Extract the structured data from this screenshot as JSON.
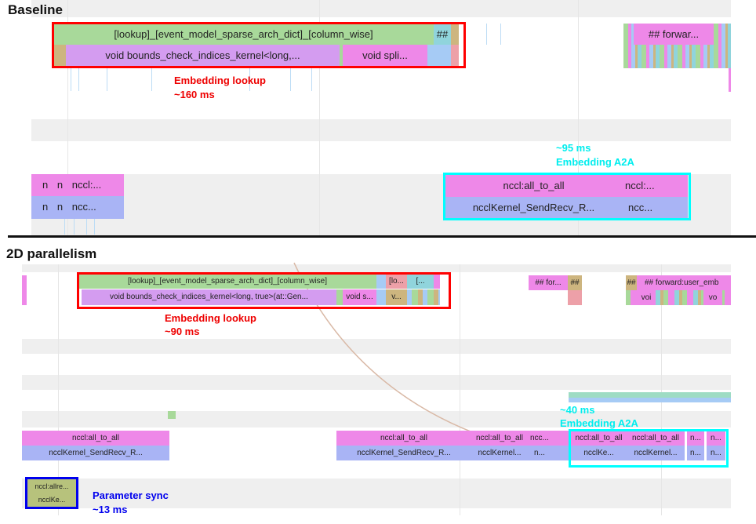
{
  "baseline": {
    "title": "Baseline",
    "lookup": {
      "row1": [
        "[lookup]_[event_model_sparse_arch_dict]_[column_wise]",
        "##"
      ],
      "row2": [
        "void bounds_check_indices_kernel<long,...",
        "void spli..."
      ],
      "annotation": "Embedding lookup",
      "duration": "~160 ms"
    },
    "forward": "## forwar...",
    "nccl_left": {
      "row1": [
        "n",
        "n",
        "nccl:..."
      ],
      "row2": [
        "n",
        "n",
        "ncc..."
      ]
    },
    "a2a": {
      "row1": [
        "nccl:all_to_all",
        "nccl:..."
      ],
      "row2": [
        "ncclKernel_SendRecv_R...",
        "ncc..."
      ],
      "duration": "~95 ms",
      "annotation": "Embedding A2A"
    }
  },
  "parallel2d": {
    "title": "2D parallelism",
    "lookup": {
      "row1": [
        "[lookup]_[event_model_sparse_arch_dict]_[column_wise]",
        "[lo...",
        "[..."
      ],
      "row2": [
        "void bounds_check_indices_kernel<long, true>(at::Gen...",
        "void s...",
        "v..."
      ],
      "annotation": "Embedding lookup",
      "duration": "~90 ms"
    },
    "right": {
      "row1": [
        "## for...",
        "##",
        "##",
        "## forward:user_emb"
      ],
      "row2": [
        "voi",
        "vo"
      ]
    },
    "nccl_left": [
      "nccl:all_to_all",
      "ncclKernel_SendRecv_R..."
    ],
    "nccl_mid": {
      "row1": [
        "nccl:all_to_all",
        "nccl:all_to_all",
        "ncc..."
      ],
      "row2": [
        "ncclKernel_SendRecv_R...",
        "ncclKernel...",
        "n..."
      ]
    },
    "a2a": {
      "row1": [
        "nccl:all_to_all",
        "nccl:all_to_all",
        "n...",
        "n..."
      ],
      "row2": [
        "ncclKe...",
        "ncclKernel...",
        "n...",
        "n..."
      ],
      "duration": "~40 ms",
      "annotation": "Embedding A2A"
    },
    "param_sync": {
      "row1": "nccl:allre...",
      "row2": "ncclKe...",
      "annotation": "Parameter sync",
      "duration": "~13 ms"
    }
  },
  "colors": {
    "lookup_box": "#ff0000",
    "a2a_box": "#00ffff",
    "param_box": "#0000ee"
  }
}
